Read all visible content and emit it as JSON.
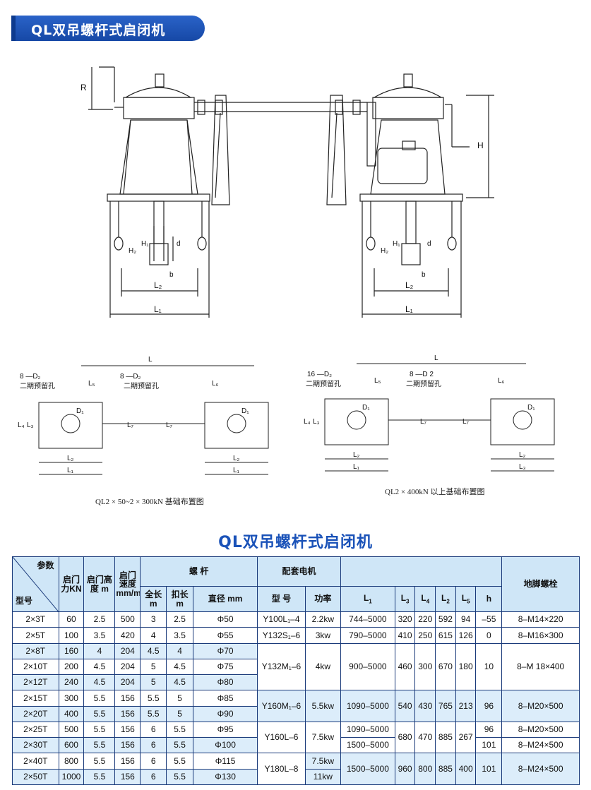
{
  "header": {
    "title": "QL双吊螺杆式启闭机"
  },
  "drawing_labels": {
    "R": "R",
    "H": "H",
    "H1": "H₁",
    "H2": "H₂",
    "d": "d",
    "b": "b",
    "L1": "L₁",
    "L2": "L₂",
    "L": "L",
    "L3": "L₃",
    "L4": "L₄",
    "L5": "L₅",
    "L6": "L₆",
    "L7": "L₇",
    "D1": "D₁",
    "d2_8a": "8 —D₂",
    "d2_8b": "8 —D₂",
    "d2_16": "16 —D₂",
    "d2_8c": "8 —D 2",
    "hole": "二期预留孔"
  },
  "captions": {
    "left": "QL2 × 50~2 × 300kN 基础布置图",
    "right": "QL2 × 400kN 以上基础布置图"
  },
  "table": {
    "title": "QL双吊螺杆式启闭机",
    "headers": {
      "param": "参数",
      "model": "型号",
      "force": "启门力KN",
      "height": "启门高度 m",
      "speed": "启门速度 mm/min",
      "screw": "螺 杆",
      "total_len": "全长 m",
      "thread_len": "扣长 m",
      "dia": "直径 mm",
      "motor": "配套电机",
      "motor_model": "型 号",
      "power": "功率",
      "L1": "L",
      "L3": "L",
      "L4": "L",
      "L2": "L",
      "L5": "L",
      "h": "h",
      "bolt": "地脚螺栓"
    },
    "rows": [
      {
        "model": "2×3T",
        "force": "60",
        "height": "2.5",
        "speed": "500",
        "total": "3",
        "thread": "2.5",
        "dia": "Φ50",
        "motor": "Y100L₁–4",
        "power": "2.2kw",
        "L1": "744–5000",
        "L3": "320",
        "L4": "220",
        "L2": "592",
        "L5": "94",
        "h": "–55",
        "bolt": "8–M14×220"
      },
      {
        "model": "2×5T",
        "force": "100",
        "height": "3.5",
        "speed": "420",
        "total": "4",
        "thread": "3.5",
        "dia": "Φ55",
        "motor": "Y132S₁–6",
        "power": "3kw",
        "L1": "790–5000",
        "L3": "410",
        "L4": "250",
        "L2": "615",
        "L5": "126",
        "h": "0",
        "bolt": "8–M16×300"
      },
      {
        "model": "2×8T",
        "force": "160",
        "height": "4",
        "speed": "204",
        "total": "4.5",
        "thread": "4",
        "dia": "Φ70"
      },
      {
        "model": "2×10T",
        "force": "200",
        "height": "4.5",
        "speed": "204",
        "total": "5",
        "thread": "4.5",
        "dia": "Φ75"
      },
      {
        "model": "2×12T",
        "force": "240",
        "height": "4.5",
        "speed": "204",
        "total": "5",
        "thread": "4.5",
        "dia": "Φ80"
      },
      {
        "model": "2×15T",
        "force": "300",
        "height": "5.5",
        "speed": "156",
        "total": "5.5",
        "thread": "5",
        "dia": "Φ85"
      },
      {
        "model": "2×20T",
        "force": "400",
        "height": "5.5",
        "speed": "156",
        "total": "5.5",
        "thread": "5",
        "dia": "Φ90"
      },
      {
        "model": "2×25T",
        "force": "500",
        "height": "5.5",
        "speed": "156",
        "total": "6",
        "thread": "5.5",
        "dia": "Φ95"
      },
      {
        "model": "2×30T",
        "force": "600",
        "height": "5.5",
        "speed": "156",
        "total": "6",
        "thread": "5.5",
        "dia": "Φ100"
      },
      {
        "model": "2×40T",
        "force": "800",
        "height": "5.5",
        "speed": "156",
        "total": "6",
        "thread": "5.5",
        "dia": "Φ115"
      },
      {
        "model": "2×50T",
        "force": "1000",
        "height": "5.5",
        "speed": "156",
        "total": "6",
        "thread": "5.5",
        "dia": "Φ130"
      }
    ],
    "merged": {
      "g1": {
        "motor": "Y132M₁–6",
        "power": "4kw",
        "L1": "900–5000",
        "L3": "460",
        "L4": "300",
        "L2": "670",
        "L5": "180",
        "h": "10",
        "bolt": "8–M 18×400"
      },
      "g2": {
        "motor": "Y160M₁–6",
        "power": "5.5kw",
        "L1": "1090–5000",
        "L3": "540",
        "L4": "430",
        "L2": "765",
        "L5": "213",
        "h": "96",
        "bolt": "8–M20×500"
      },
      "g3": {
        "motor": "Y160L–6",
        "power": "7.5kw",
        "L1a": "1090–5000",
        "L1b": "1500–5000",
        "L3": "680",
        "L4": "470",
        "L2": "885",
        "L5": "267",
        "ha": "96",
        "hb": "101",
        "bolta": "8–M20×500",
        "boltb": "8–M24×500"
      },
      "g4": {
        "motor": "Y180L–8",
        "powera": "7.5kw",
        "powerb": "11kw",
        "L1": "1500–5000",
        "L3": "960",
        "L4": "800",
        "L2": "885",
        "L5": "400",
        "h": "101",
        "bolt": "8–M24×500"
      }
    }
  }
}
